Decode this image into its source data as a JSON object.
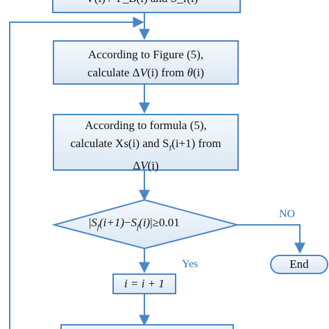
{
  "top_box": {
    "line": "= V(i) / Y_B(i)  and  S_f(i)"
  },
  "box1": {
    "line1": "According to Figure (5),",
    "line2_prefix": "calculate ",
    "delta": "Δ",
    "V": "V",
    "line2_mid": "(i) from ",
    "theta": "θ",
    "line2_suffix": "(i)"
  },
  "box2": {
    "line1": "According to formula (5),",
    "line2_a": "calculate Xs(i) and S",
    "line2_sub": "f",
    "line2_b": "(i+1) from",
    "line3_delta": "Δ",
    "line3_V": "V",
    "line3_suffix": "(i)"
  },
  "decision": {
    "left_bar": "|",
    "s1": "S",
    "s1_sub": "f",
    "s1_arg": "(i+1)",
    "minus": "−",
    "s2": "S",
    "s2_sub": "f",
    "s2_arg": "(i)",
    "right_bar": "|",
    "rel": "≥0.01"
  },
  "labels": {
    "no": "NO",
    "yes": "Yes"
  },
  "end": {
    "label": "End"
  },
  "increment": {
    "text": "i = i + 1"
  },
  "colors": {
    "line": "#4a86c6",
    "label": "#2e74b5"
  }
}
